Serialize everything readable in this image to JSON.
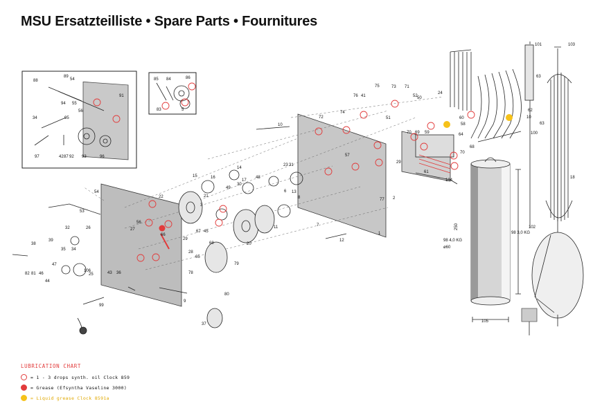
{
  "title": "MSU Ersatzteilliste • Spare Parts • Fournitures",
  "colors": {
    "oil_ring": "#e23b3b",
    "grease": "#e23b3b",
    "liquid_grease": "#f6c21a",
    "line": "#222222",
    "plate": "#bdbdbd"
  },
  "part_labels": [
    "88",
    "89",
    "54",
    "55",
    "94",
    "95",
    "56",
    "34",
    "91",
    "93",
    "42",
    "92",
    "96",
    "97",
    "87",
    "85",
    "84",
    "86",
    "83",
    "5",
    "10",
    "72",
    "74",
    "75",
    "73",
    "71",
    "76",
    "41",
    "51",
    "52",
    "50",
    "24",
    "57",
    "70",
    "69",
    "59",
    "60",
    "58",
    "68",
    "64",
    "29",
    "70",
    "61",
    "104",
    "101",
    "103",
    "63",
    "62",
    "10",
    "63",
    "100",
    "18",
    "15",
    "16",
    "14",
    "23",
    "31",
    "30",
    "49",
    "48",
    "17",
    "22",
    "21",
    "3",
    "6",
    "13",
    "8",
    "7",
    "12",
    "20",
    "11",
    "77",
    "2",
    "1",
    "9",
    "54",
    "53",
    "32",
    "27",
    "56",
    "26",
    "66",
    "29",
    "67",
    "45",
    "68",
    "28",
    "65",
    "78",
    "79",
    "80",
    "37",
    "38",
    "39",
    "35",
    "34",
    "47",
    "82",
    "81",
    "46",
    "44",
    "43",
    "36",
    "25",
    "106",
    "99",
    "250",
    "98 3,0 KG",
    "98 4,0 KG",
    "ø60",
    "105",
    "102"
  ],
  "lubrication_chart": {
    "title": "LUBRICATION CHART",
    "entries": [
      {
        "symbol": "oil-ring",
        "text": "= 1 - 3 drops  synth. oil Clock 859"
      },
      {
        "symbol": "grease-dot",
        "text": "= Grease (Efsyntha Vaseline 3000)"
      },
      {
        "symbol": "liquid-grease-dot",
        "text": "= Liquid grease  Clock 8591a"
      }
    ]
  }
}
